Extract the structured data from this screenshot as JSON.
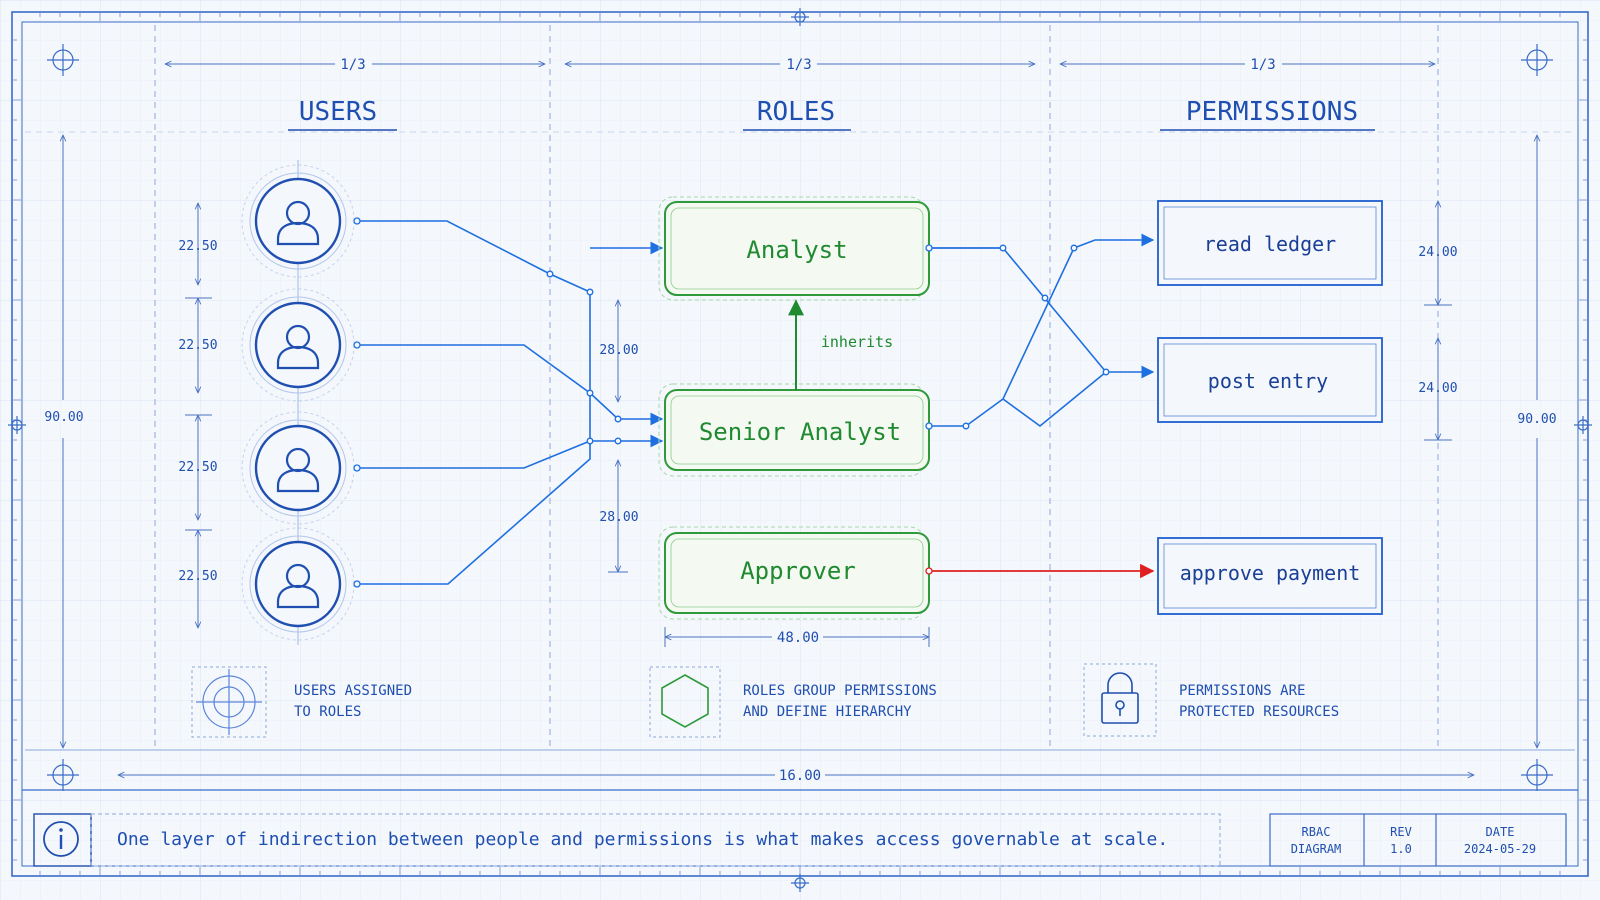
{
  "columns": {
    "fraction_label": "1/3",
    "users_heading": "USERS",
    "roles_heading": "ROLES",
    "permissions_heading": "PERMISSIONS"
  },
  "users": {
    "count": 4,
    "spacing_labels": [
      "22.50",
      "22.50",
      "22.50",
      "22.50"
    ]
  },
  "roles": {
    "analyst": "Analyst",
    "senior_analyst": "Senior Analyst",
    "approver": "Approver",
    "inherits_label": "inherits",
    "gap_top": "28.00",
    "gap_bottom": "28.00",
    "width_label": "48.00"
  },
  "permissions": {
    "read_ledger": "read ledger",
    "post_entry": "post entry",
    "approve_payment": "approve payment",
    "height_top": "24.00",
    "height_bottom": "24.00"
  },
  "dimensions": {
    "left_height": "90.00",
    "right_height": "90.00",
    "total_width": "16.00"
  },
  "notes": {
    "users_line1": "USERS ASSIGNED",
    "users_line2": "TO ROLES",
    "roles_line1": "ROLES GROUP PERMISSIONS",
    "roles_line2": "AND DEFINE HIERARCHY",
    "perms_line1": "PERMISSIONS ARE",
    "perms_line2": "PROTECTED RESOURCES"
  },
  "footer": {
    "message": "One layer of indirection between people and permissions is what makes access governable at scale.",
    "title_line1": "RBAC",
    "title_line2": "DIAGRAM",
    "rev_label": "REV",
    "rev_value": "1.0",
    "date_label": "DATE",
    "date_value": "2024-05-29"
  },
  "colors": {
    "ink": "#1f4fb0",
    "role_green": "#2e9a3a",
    "deny_red": "#e02020",
    "background": "#f4f7fc"
  }
}
